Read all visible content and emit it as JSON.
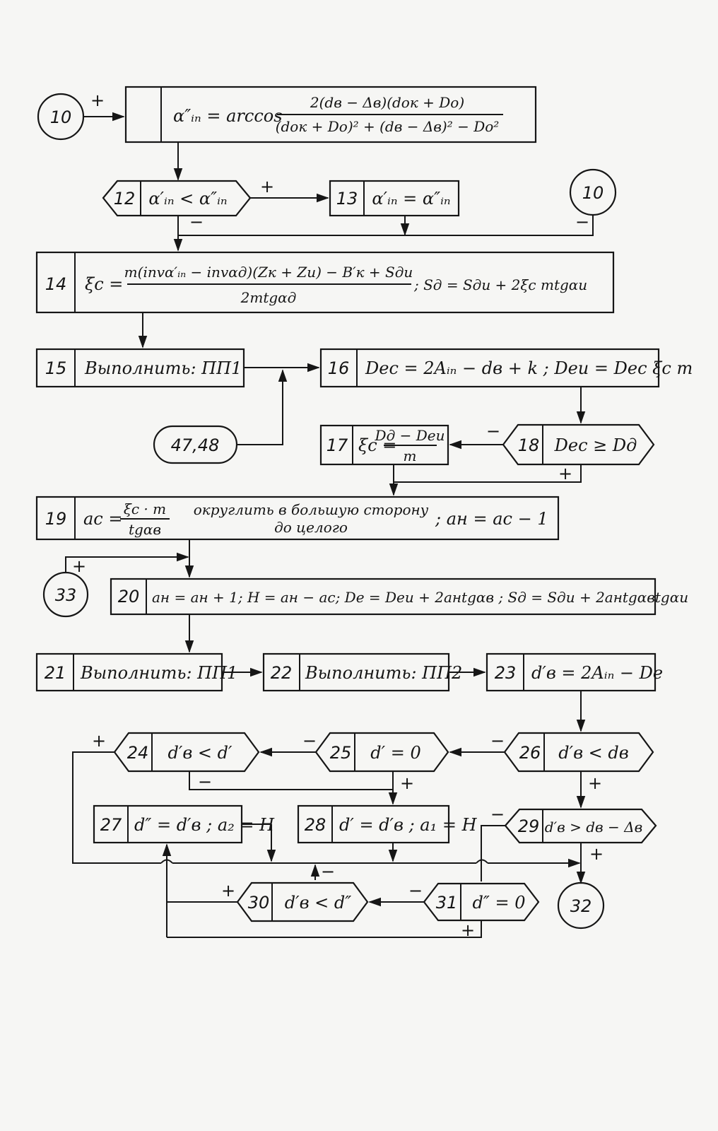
{
  "blocks": {
    "b10a": {
      "num": "10"
    },
    "b11": {
      "lhs": "α″ᵢₙ = arccos",
      "num": "2(dв − Δв)(dок + Dо)",
      "den": "(dок + Dо)² + (dв − Δв)² − Dо²"
    },
    "b12": {
      "num": "12",
      "text": "α′ᵢₙ < α″ᵢₙ"
    },
    "b13": {
      "num": "13",
      "text": "α′ᵢₙ = α″ᵢₙ"
    },
    "b10b": {
      "num": "10"
    },
    "b14": {
      "num": "14",
      "lhs": "ξc =",
      "num_expr": "m(invα′ᵢₙ − invαд)(Zк + Zи) − B′к + Sди",
      "den": "2mtgαд",
      "rhs": "; Sд = Sди + 2ξc mtgαи"
    },
    "b15": {
      "num": "15",
      "text": "Выполнить: ПП1"
    },
    "b16": {
      "num": "16",
      "text": "Dес = 2Aᵢₙ − dв + k ; Dеи = Dес ξc m"
    },
    "b4748": {
      "text": "47,48"
    },
    "b17": {
      "num": "17",
      "lhs": "ξc =",
      "num_expr": "Dд − Dеи",
      "den": "m"
    },
    "b18": {
      "num": "18",
      "text": "Dес ≥ Dд"
    },
    "b19": {
      "num": "19",
      "lhs": "ac =",
      "num_expr": "ξc · m",
      "den": "tgαв",
      "mid1": "округлить в большую сторону",
      "mid2": "до целого",
      "rhs": "; aн = ac − 1"
    },
    "b33": {
      "num": "33"
    },
    "b20": {
      "num": "20",
      "text": "aн = aн + 1; H = aн − ac; Dе = Dеи + 2aнtgαв ; Sд = Sди + 2aнtgαвtgαи"
    },
    "b21": {
      "num": "21",
      "text": "Выполнить: ПП1"
    },
    "b22": {
      "num": "22",
      "text": "Выполнить: ПП2"
    },
    "b23": {
      "num": "23",
      "text": "d′в = 2Aᵢₙ − Dе"
    },
    "b24": {
      "num": "24",
      "text": "d′в < d′"
    },
    "b25": {
      "num": "25",
      "text": "d′ = 0"
    },
    "b26": {
      "num": "26",
      "text": "d′в < dв"
    },
    "b27": {
      "num": "27",
      "text": "d″ = d′в ; a₂ = H"
    },
    "b28": {
      "num": "28",
      "text": "d′ = d′в ; a₁ = H"
    },
    "b29": {
      "num": "29",
      "text": "d′в > dв − Δв"
    },
    "b30": {
      "num": "30",
      "text": "d′в < d″"
    },
    "b31": {
      "num": "31",
      "text": "d″ = 0"
    },
    "b32": {
      "num": "32"
    }
  },
  "signs": {
    "plus": "+",
    "minus": "−"
  }
}
